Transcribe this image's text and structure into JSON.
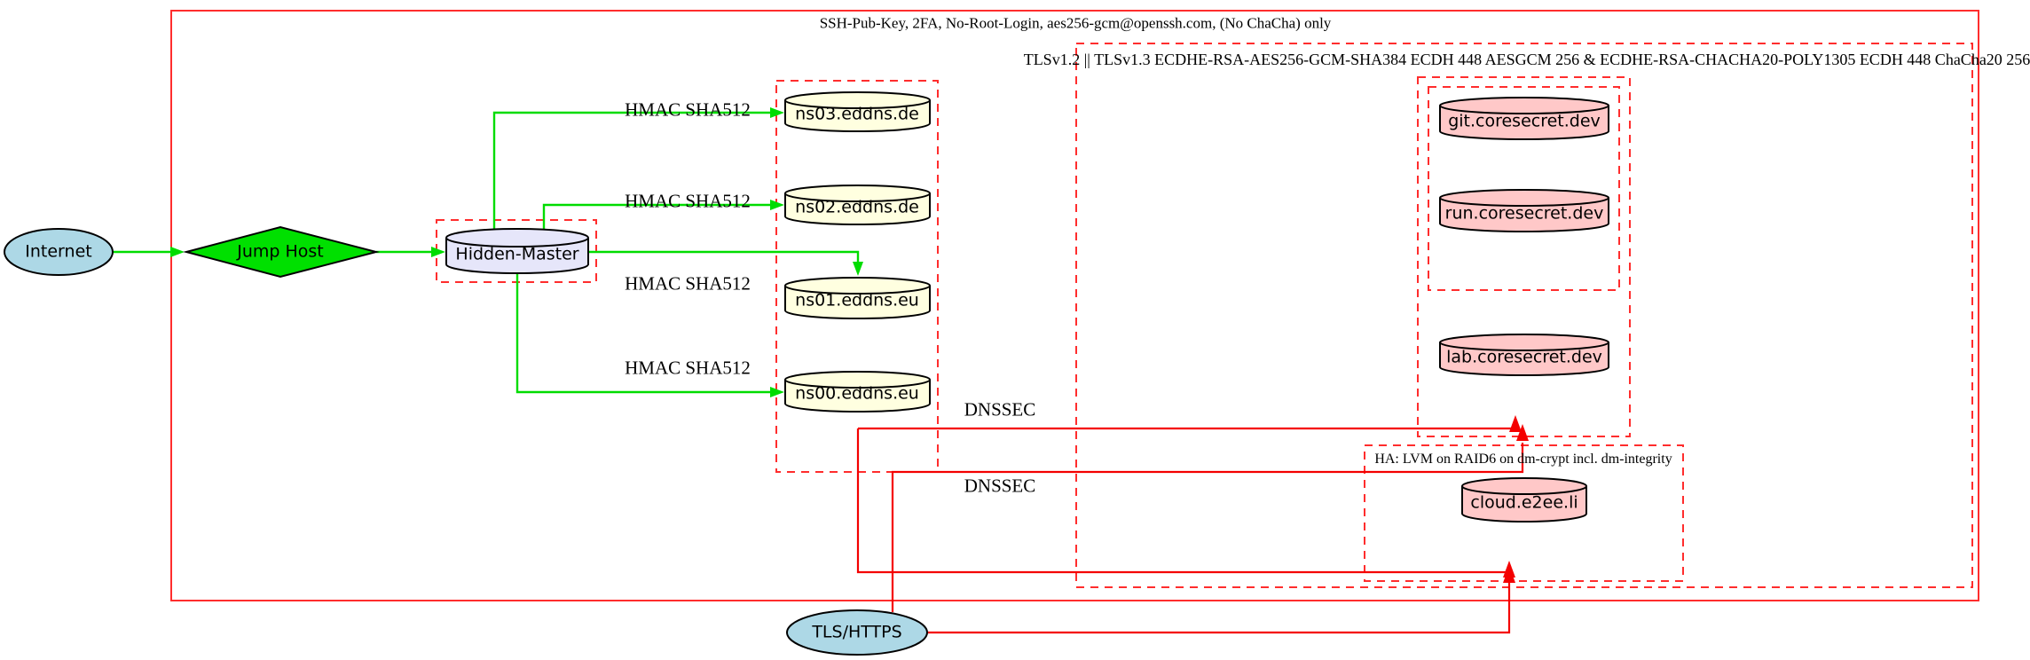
{
  "diagram": {
    "clusters": {
      "ssh": {
        "label": "SSH-Pub-Key, 2FA, No-Root-Login, aes256-gcm@openssh.com, (No ChaCha) only",
        "border_style": "solid"
      },
      "tls": {
        "label": "TLSv1.2 || TLSv1.3 ECDHE-RSA-AES256-GCM-SHA384 ECDH 448 AESGCM 256 & ECDHE-RSA-CHACHA20-POLY1305 ECDH 448 ChaCha20 256",
        "border_style": "dashed"
      },
      "ha": {
        "label": "HA: LVM on RAID6 on dm-crypt incl. dm-integrity",
        "border_style": "dashed"
      }
    },
    "nodes": {
      "internet": {
        "label": "Internet",
        "shape": "ellipse",
        "fill": "#add8e6"
      },
      "jump_host": {
        "label": "Jump Host",
        "shape": "diamond",
        "fill": "#00e000"
      },
      "hidden_master": {
        "label": "Hidden-Master",
        "shape": "cylinder",
        "fill": "#e6e6fa"
      },
      "ns03": {
        "label": "ns03.eddns.de",
        "shape": "cylinder",
        "fill": "#ffffe0"
      },
      "ns02": {
        "label": "ns02.eddns.de",
        "shape": "cylinder",
        "fill": "#ffffe0"
      },
      "ns01": {
        "label": "ns01.eddns.eu",
        "shape": "cylinder",
        "fill": "#ffffe0"
      },
      "ns00": {
        "label": "ns00.eddns.eu",
        "shape": "cylinder",
        "fill": "#ffffe0"
      },
      "git": {
        "label": "git.coresecret.dev",
        "shape": "cylinder",
        "fill": "#ffc8c8"
      },
      "run": {
        "label": "run.coresecret.dev",
        "shape": "cylinder",
        "fill": "#ffc8c8"
      },
      "lab": {
        "label": "lab.coresecret.dev",
        "shape": "cylinder",
        "fill": "#ffc8c8"
      },
      "cloud": {
        "label": "cloud.e2ee.li",
        "shape": "cylinder",
        "fill": "#ffc8c8"
      },
      "tls_https": {
        "label": "TLS/HTTPS",
        "shape": "ellipse",
        "fill": "#add8e6"
      }
    },
    "edge_labels": {
      "hmac1": "HMAC SHA512",
      "hmac2": "HMAC SHA512",
      "hmac3": "HMAC SHA512",
      "hmac4": "HMAC SHA512",
      "dnssec1": "DNSSEC",
      "dnssec2": "DNSSEC"
    },
    "colors": {
      "edge_green": "#00dc00",
      "edge_red": "#f40000",
      "cluster_red": "#ff2d2d",
      "node_blue": "#add8e6",
      "node_green": "#00e000",
      "node_yellow": "#ffffe0",
      "node_lavender": "#e6e6fa",
      "node_pink": "#ffc8c8",
      "stroke_black": "#000000"
    }
  }
}
